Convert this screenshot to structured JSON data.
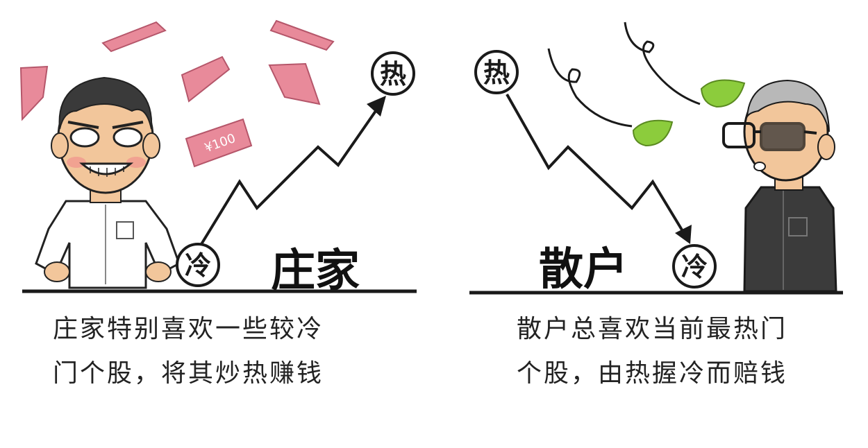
{
  "left_panel": {
    "title": "庄家",
    "caption_line1": "庄家特别喜欢一些较冷",
    "caption_line2": "门个股，将其炒热赚钱",
    "start_label": "冷",
    "end_label": "热",
    "banknote_label": "¥100"
  },
  "right_panel": {
    "title": "散户",
    "caption_line1": "散户总喜欢当前最热门",
    "caption_line2": "个股，由热握冷而赔钱",
    "start_label": "热",
    "end_label": "冷"
  },
  "colors": {
    "ink": "#1a1a1a",
    "banknote": "#e88a9a",
    "skin": "#f2c69b",
    "hair": "#3a3a3a",
    "leaf": "#8ccc3c",
    "dark_shirt": "#3b3b3b"
  }
}
